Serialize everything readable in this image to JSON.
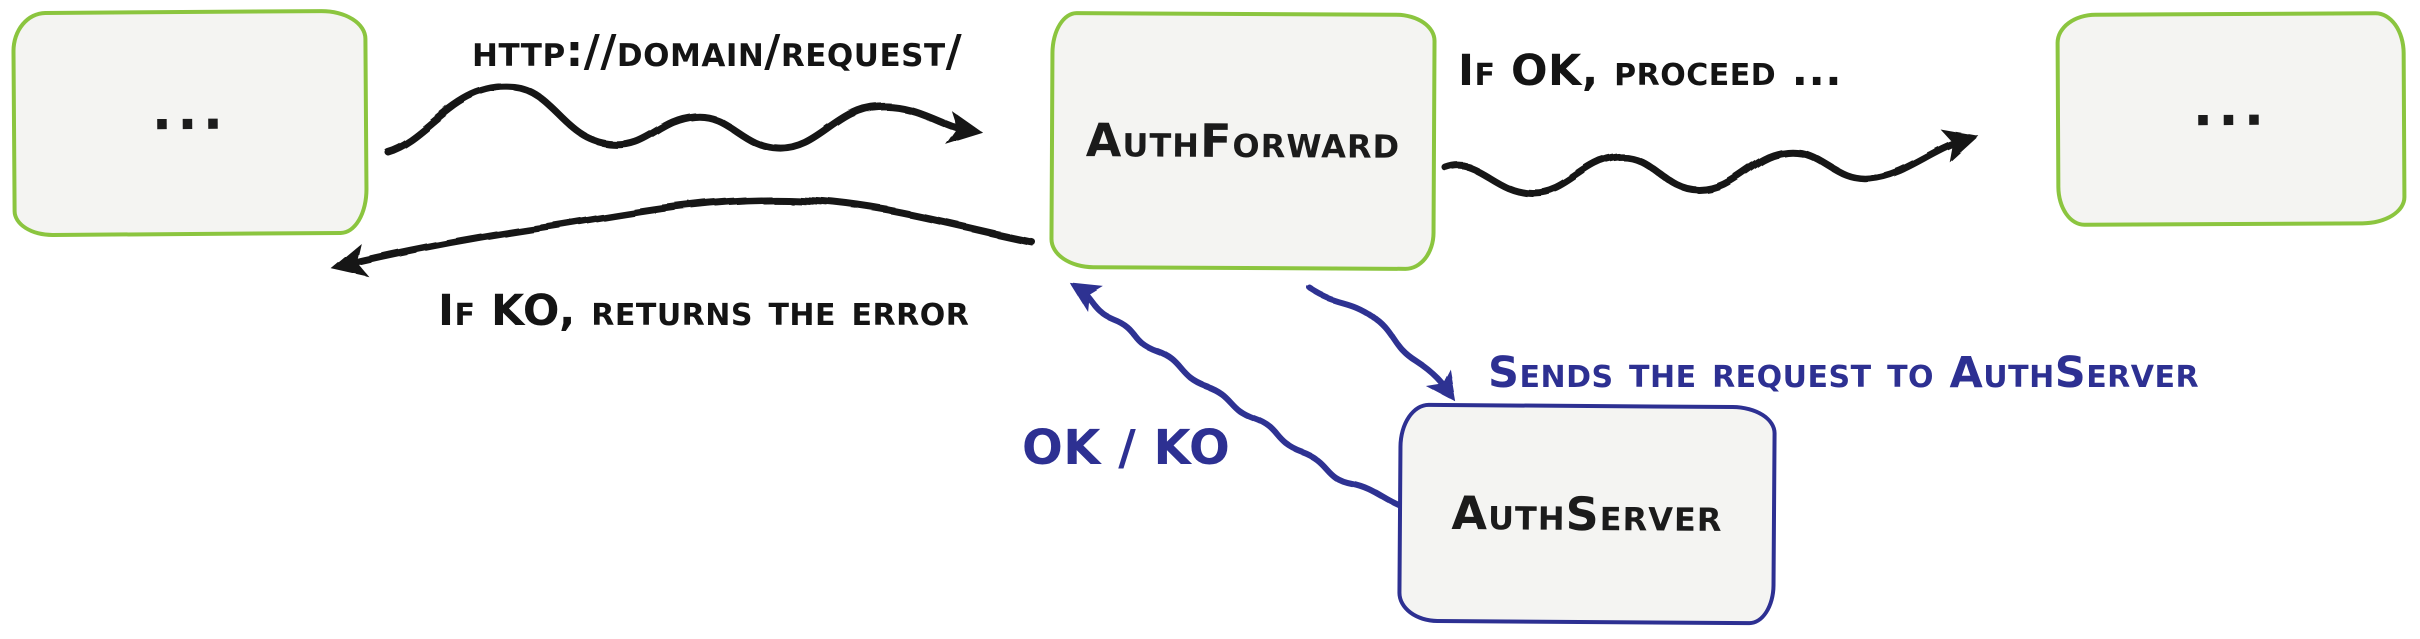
{
  "colors": {
    "node_border_green": "#8bc53f",
    "node_border_blue": "#2d3092",
    "node_fill": "#f4f4f2",
    "arrow_black": "#141414",
    "arrow_blue": "#2d3092",
    "text_black": "#141414",
    "text_blue": "#2d3092"
  },
  "nodes": {
    "client": {
      "label": "..."
    },
    "auth_forward": {
      "label": "AuthForward"
    },
    "upstream": {
      "label": "..."
    },
    "auth_server": {
      "label": "AuthServer"
    }
  },
  "edges": {
    "request": {
      "label": "http://domain/request/",
      "from": "client",
      "to": "auth_forward",
      "color": "black"
    },
    "ok_proceed": {
      "label": "If OK, proceed ...",
      "from": "auth_forward",
      "to": "upstream",
      "color": "black"
    },
    "ko_return": {
      "label": "If KO, returns the error",
      "from": "auth_forward",
      "to": "client",
      "color": "black"
    },
    "send_request": {
      "label": "Sends the request to AuthServer",
      "from": "auth_forward",
      "to": "auth_server",
      "color": "blue"
    },
    "ok_ko": {
      "label": "OK / KO",
      "from": "auth_server",
      "to": "auth_forward",
      "color": "blue"
    }
  }
}
